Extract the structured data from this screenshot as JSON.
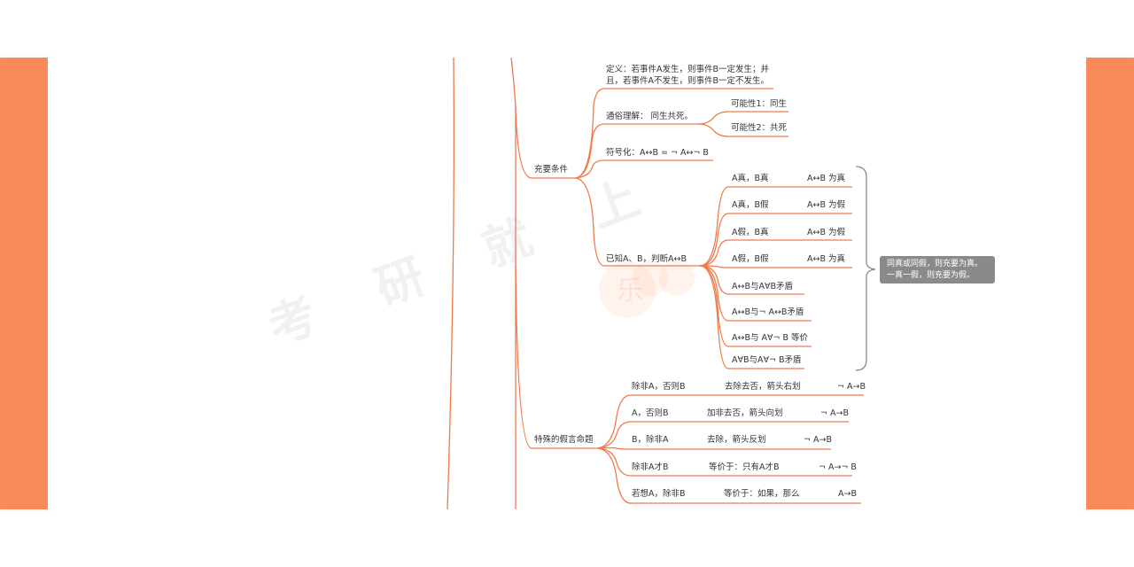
{
  "colors": {
    "accent": "#fb8a5a",
    "branch": "#f07a4a",
    "callout": "#8a8a8a"
  },
  "watermark": {
    "text": "考 研 就 上",
    "logo_text": "乐"
  },
  "branches": {
    "sufficient": {
      "label": "充要条件",
      "definition": "定义：若事件A发生，则事件B一定发生；并且，若事件A不发生，则事件B一定不发生。",
      "popular": {
        "label": "通俗理解： 同生共死。",
        "possibility1": "可能性1：同生",
        "possibility2": "可能性2：共死"
      },
      "symbol": "符号化：A↔B  = ¬ A↔¬ B",
      "known": {
        "label": "已知A、B，判断A↔B",
        "rows": [
          {
            "case": "A真，B真",
            "result": "A↔B 为真"
          },
          {
            "case": "A真，B假",
            "result": "A↔B 为假"
          },
          {
            "case": "A假，B真",
            "result": "A↔B 为假"
          },
          {
            "case": "A假，B假",
            "result": "A↔B 为真"
          }
        ],
        "relations": [
          "A↔B与A∀B矛盾",
          "A↔B与¬ A↔B矛盾",
          "A↔B与 A∀¬ B 等价",
          "A∀B与A∀¬ B矛盾"
        ],
        "callout": [
          "同真或同假，则充要为真。",
          "一真一假，则充要为假。"
        ]
      }
    },
    "special": {
      "label": "特殊的假言命题",
      "rows": [
        {
          "form": "除非A，否则B",
          "rule": "去除去否，箭头右划",
          "result": "¬ A→B"
        },
        {
          "form": "A，否则B",
          "rule": "加非去否，箭头向划",
          "result": "¬ A→B"
        },
        {
          "form": "B，除非A",
          "rule": "去除，箭头反划",
          "result": "¬ A→B"
        },
        {
          "form": "除非A才B",
          "rule": "等价于：只有A才B",
          "result": "¬ A→¬ B"
        },
        {
          "form": "若想A，除非B",
          "rule": "等价于：如果，那么",
          "result": "A→B"
        }
      ]
    }
  }
}
